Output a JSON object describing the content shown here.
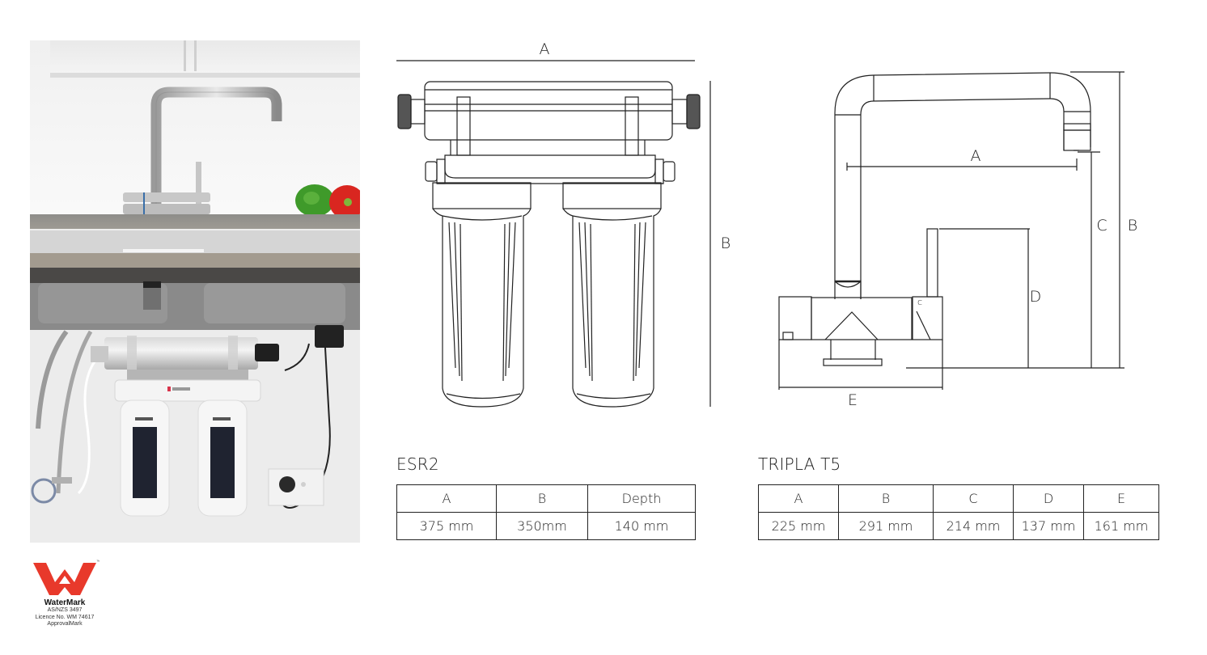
{
  "photo": {
    "alt": "Kitchen sink with tap above and twin under-sink filter system with UV unit below"
  },
  "esr2": {
    "title": "ESR2",
    "drawing_labels": {
      "a": "A",
      "b": "B"
    },
    "table": {
      "headers": [
        "A",
        "B",
        "Depth"
      ],
      "values": [
        "375 mm",
        "350mm",
        "140 mm"
      ]
    }
  },
  "tripla": {
    "title": "TRIPLA T5",
    "drawing_labels": {
      "a": "A",
      "b": "B",
      "c": "C",
      "d": "D",
      "e": "E",
      "lever_mark": "c"
    },
    "table": {
      "headers": [
        "A",
        "B",
        "C",
        "D",
        "E"
      ],
      "values": [
        "225 mm",
        "291 mm",
        "214 mm",
        "137 mm",
        "161 mm"
      ]
    }
  },
  "watermark": {
    "name": "WaterMark",
    "trademark": "™",
    "standard": "AS/NZS 3497",
    "licence": "Licence No. WM 74617",
    "approval": "ApprovalMark",
    "color": "#e8392b"
  }
}
